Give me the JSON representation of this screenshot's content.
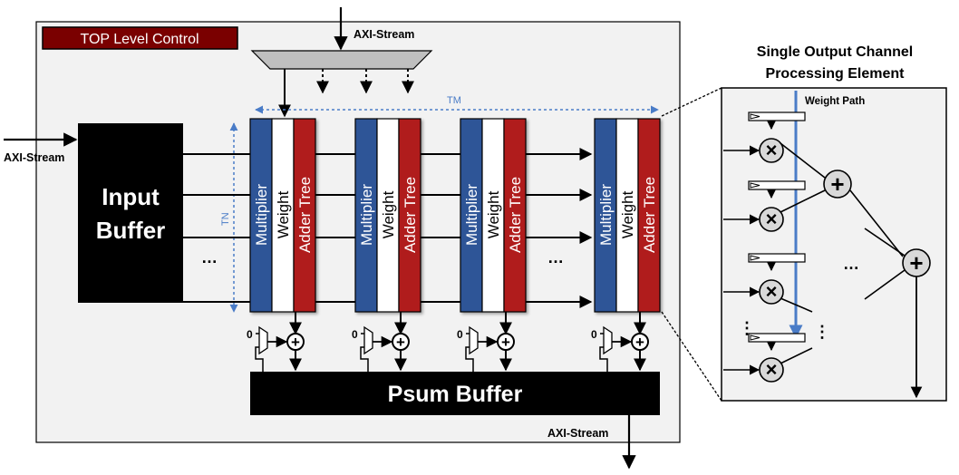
{
  "top": {
    "control_label": "TOP Level Control",
    "axi_in_top": "AXI-Stream",
    "axi_in_left": "AXI-Stream",
    "axi_out": "AXI-Stream",
    "input_buffer_line1": "Input",
    "input_buffer_line2": "Buffer",
    "psum_buffer": "Psum Buffer",
    "tm_label": "TM",
    "tn_label": "TN",
    "dots_rows": "…",
    "dots_cols": "…",
    "zero_label": "0",
    "plus_symbol": "+"
  },
  "pe_columns": [
    {
      "multiplier": "Multiplier",
      "weight": "Weight",
      "adder": "Adder Tree"
    },
    {
      "multiplier": "Multiplier",
      "weight": "Weight",
      "adder": "Adder Tree"
    },
    {
      "multiplier": "Multiplier",
      "weight": "Weight",
      "adder": "Adder Tree"
    },
    {
      "multiplier": "Multiplier",
      "weight": "Weight",
      "adder": "Adder Tree"
    }
  ],
  "detail": {
    "title_line1": "Single Output Channel",
    "title_line2": "Processing Element",
    "weight_path": "Weight Path",
    "times_symbol": "×",
    "plus_symbol": "+",
    "dots_h": "…",
    "dots_v": "⋮"
  },
  "colors": {
    "multiplier": "#2f5597",
    "adder_tree": "#b01c1c",
    "control_fill": "#7a0000",
    "panel_bg": "#f2f2f2",
    "weight_path": "#4a7cc7",
    "dashed_blue": "#4a7cc7"
  }
}
